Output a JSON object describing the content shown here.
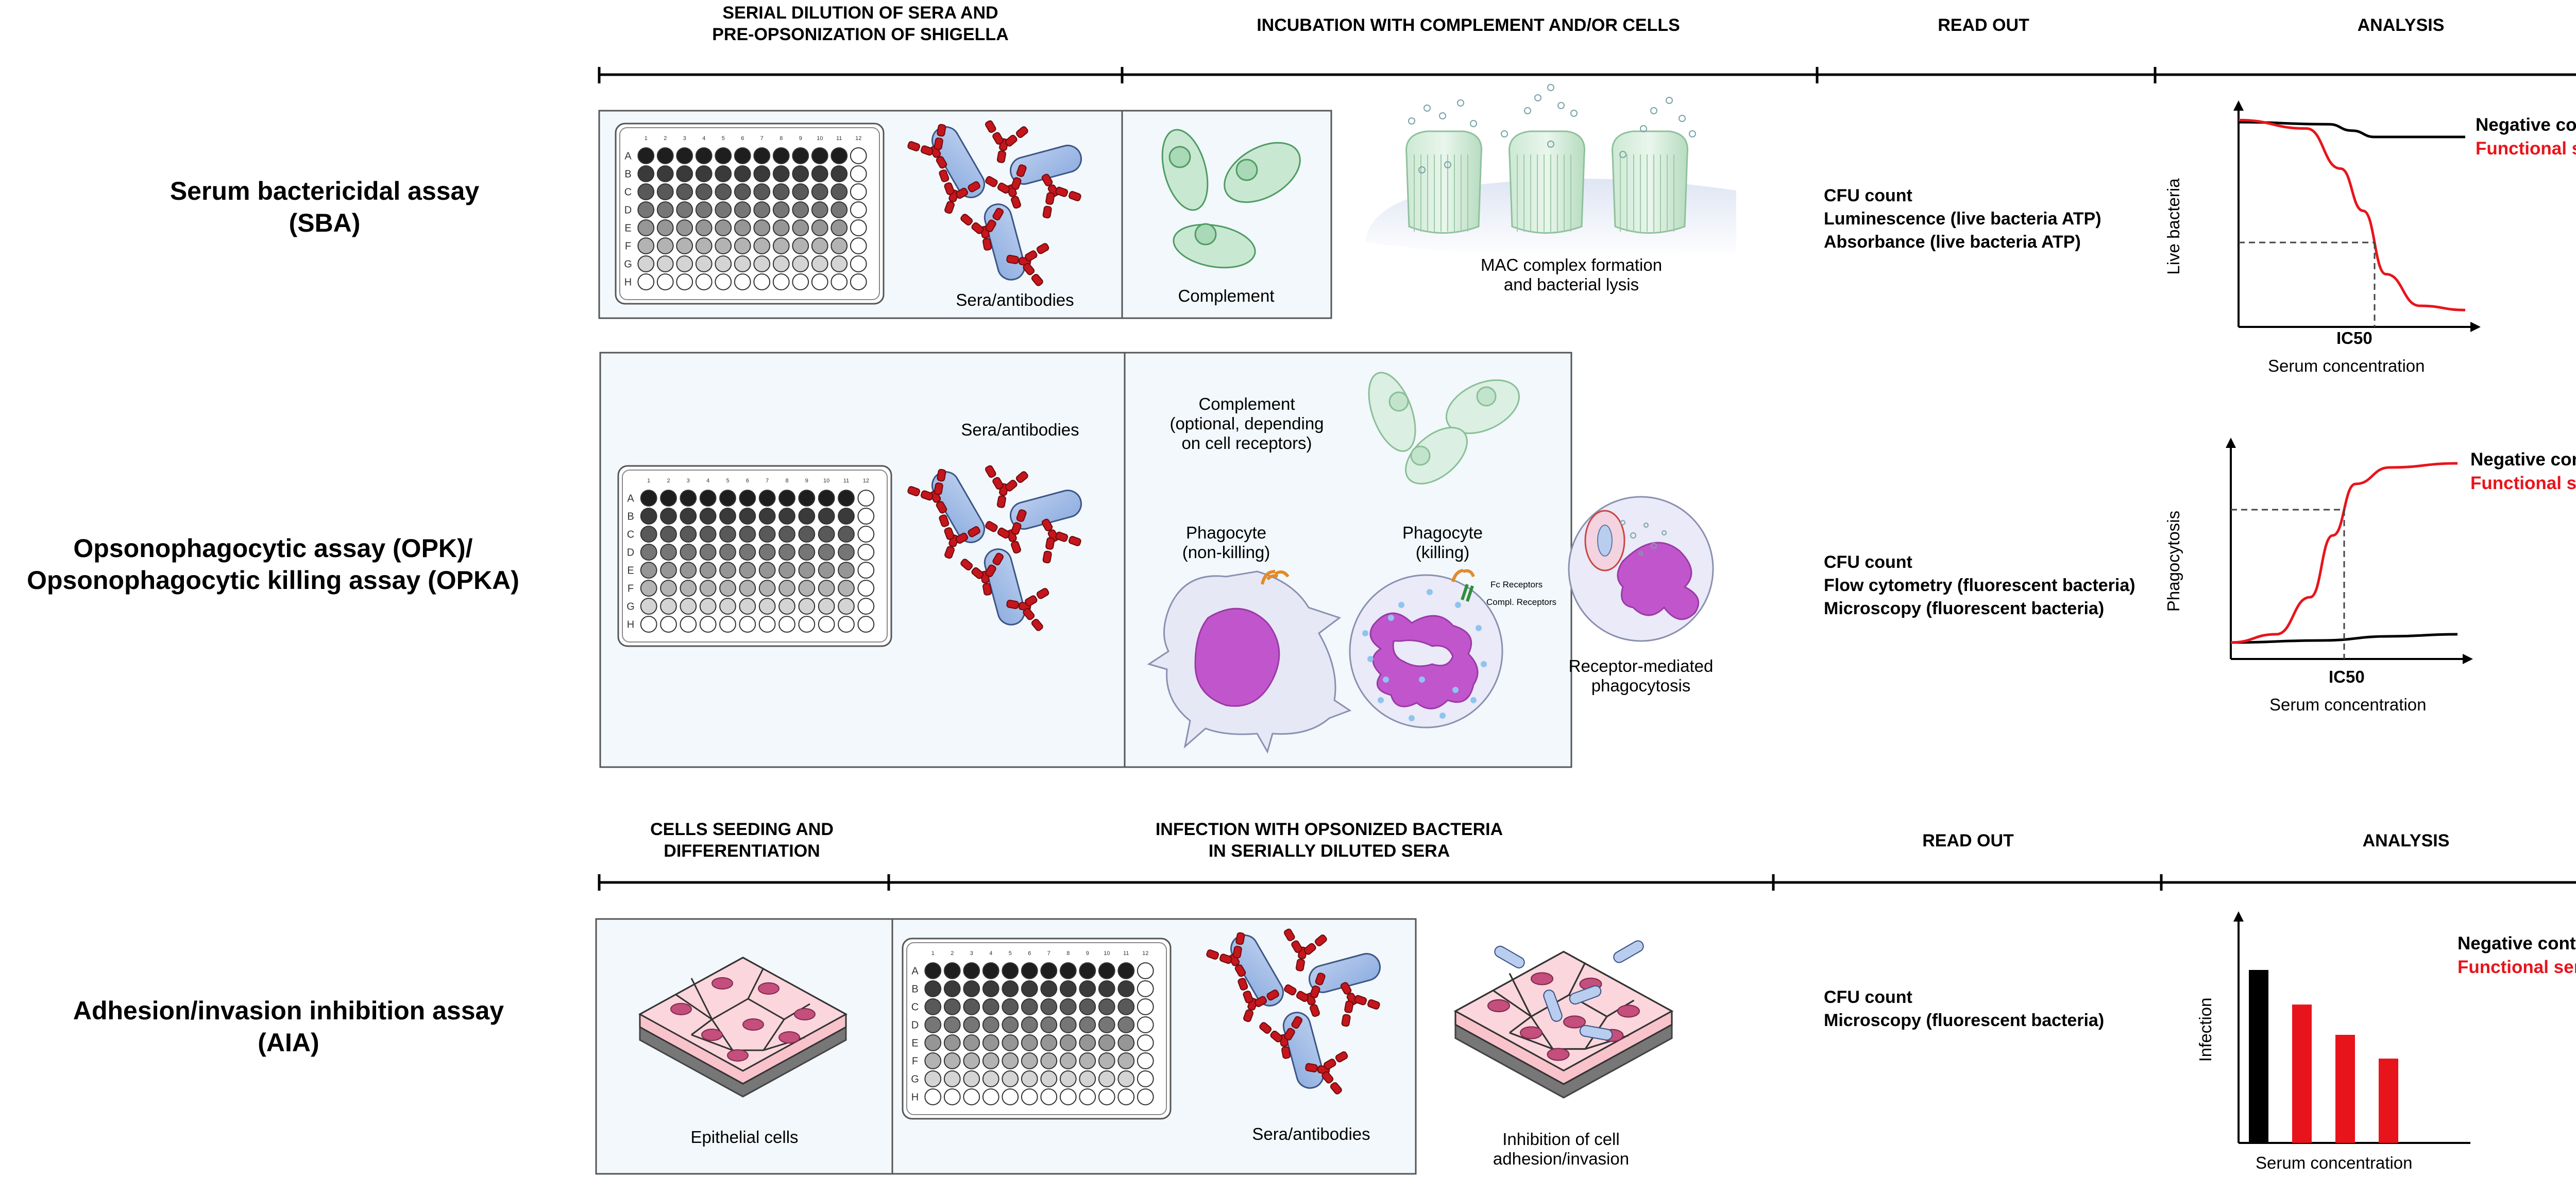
{
  "headers": {
    "top": {
      "stage1": "SERIAL DILUTION OF SERA AND\nPRE-OPSONIZATION OF SHIGELLA",
      "stage2": "INCUBATION WITH COMPLEMENT AND/OR CELLS",
      "stage3": "READ OUT",
      "stage4": "ANALYSIS"
    },
    "bottom": {
      "stage1": "CELLS SEEDING AND\nDIFFERENTIATION",
      "stage2": "INFECTION WITH OPSONIZED BACTERIA\nIN SERIALLY DILUTED SERA",
      "stage3": "READ OUT",
      "stage4": "ANALYSIS"
    }
  },
  "plate": {
    "rows": [
      "A",
      "B",
      "C",
      "D",
      "E",
      "F",
      "G",
      "H"
    ],
    "cols": [
      "1",
      "2",
      "3",
      "4",
      "5",
      "6",
      "7",
      "8",
      "9",
      "10",
      "11",
      "12"
    ],
    "row_shades": [
      "#1e1e1e",
      "#3a3a3a",
      "#595959",
      "#767676",
      "#969696",
      "#b3b3b3",
      "#d4d4d4",
      "#ffffff"
    ]
  },
  "assays": {
    "sba": {
      "title": "Serum bactericidal assay\n(SBA)",
      "sera_label": "Sera/antibodies",
      "complement_label": "Complement",
      "mac_label": "MAC complex formation\nand bacterial lysis",
      "readout": [
        "CFU count",
        "Luminescence (live bacteria ATP)",
        "Absorbance (live bacteria ATP)"
      ]
    },
    "opk": {
      "title": "Opsonophagocytic assay (OPK)/\nOpsonophagocytic killing assay (OPKA)",
      "sera_label": "Sera/antibodies",
      "complement_label": "Complement\n(optional, depending\non cell receptors)",
      "phagocyte_nonkilling": "Phagocyte\n(non-killing)",
      "phagocyte_killing": "Phagocyte\n(killing)",
      "fc_receptors": "Fc Receptors",
      "compl_receptors": "Compl. Receptors",
      "receptor_label": "Receptor-mediated\nphagocytosis",
      "readout": [
        "CFU count",
        "Flow cytometry (fluorescent bacteria)",
        "Microscopy (fluorescent bacteria)"
      ]
    },
    "aia": {
      "title": "Adhesion/invasion inhibition assay\n(AIA)",
      "epithelial_label": "Epithelial cells",
      "sera_label": "Sera/antibodies",
      "inhibition_label": "Inhibition of cell\nadhesion/invasion",
      "readout": [
        "CFU count",
        "Microscopy (fluorescent bacteria)"
      ]
    }
  },
  "legend": {
    "negative": "Negative control",
    "functional": "Functional serum",
    "negative_color": "#000000",
    "functional_color": "#e8141b"
  },
  "chart_data": [
    {
      "type": "line",
      "ylabel": "Live bacteria",
      "xlabel": "Serum concentration",
      "annotation": "IC50",
      "series": [
        {
          "name": "Negative control",
          "x": [
            0,
            0.4,
            0.5,
            0.6,
            1
          ],
          "y": [
            0.97,
            0.96,
            0.93,
            0.9,
            0.9
          ]
        },
        {
          "name": "Functional serum",
          "x": [
            0,
            0.3,
            0.45,
            0.55,
            0.65,
            0.8,
            1
          ],
          "y": [
            0.98,
            0.94,
            0.75,
            0.55,
            0.25,
            0.1,
            0.08
          ]
        }
      ],
      "ic50": 0.6
    },
    {
      "type": "line",
      "ylabel": "Phagocytosis",
      "xlabel": "Serum concentration",
      "annotation": "IC50",
      "series": [
        {
          "name": "Negative control",
          "x": [
            0,
            0.4,
            0.7,
            1
          ],
          "y": [
            0.08,
            0.09,
            0.11,
            0.12
          ]
        },
        {
          "name": "Functional serum",
          "x": [
            0,
            0.2,
            0.35,
            0.45,
            0.55,
            0.7,
            1
          ],
          "y": [
            0.08,
            0.12,
            0.3,
            0.6,
            0.85,
            0.93,
            0.95
          ]
        }
      ],
      "ic50": 0.5
    },
    {
      "type": "bar",
      "ylabel": "Infection",
      "xlabel": "Serum concentration",
      "values": [
        0.8,
        0.64,
        0.5,
        0.39
      ],
      "colors": [
        "#000000",
        "#e8141b",
        "#e8141b",
        "#e8141b"
      ]
    }
  ]
}
